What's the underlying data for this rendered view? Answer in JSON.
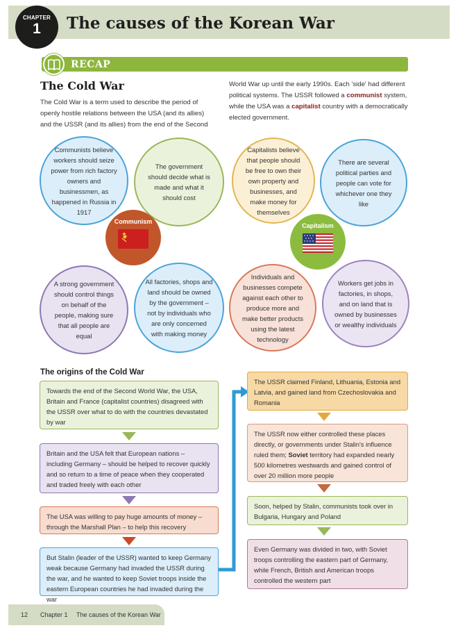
{
  "header": {
    "chapter_label": "CHAPTER",
    "chapter_number": "1",
    "title": "The causes of the Korean War"
  },
  "recap": {
    "label": "RECAP",
    "icon": "book-icon",
    "accent": "#8db63c"
  },
  "cold_war": {
    "heading": "The Cold War",
    "intro_left": "The Cold War is a term used to describe the period of openly hostile relations between the USA (and its allies) and the USSR (and its allies) from the end of the Second",
    "intro_right_1": "World War up until the early 1990s. Each 'side' had different political systems. The USSR followed a ",
    "intro_right_kw1": "communist",
    "intro_right_2": " system, while the USA was a ",
    "intro_right_kw2": "capitalist",
    "intro_right_3": " country with a democratically elected government."
  },
  "communism": {
    "label": "Communism",
    "flag": "soviet-flag-icon",
    "bubbles": [
      "Communists believe workers should seize power from rich factory owners and businessmen, as happened in Russia in 1917",
      "The government should decide what is made and what it should cost",
      "A strong government should control things on behalf of the people, making sure that all people are equal",
      "All factories, shops and land should be owned by the government – not by individuals who are only concerned with making money"
    ]
  },
  "capitalism": {
    "label": "Capitalism",
    "flag": "us-flag-icon",
    "bubbles": [
      "Capitalists believe that people should be free to own their own property and businesses, and make money for themselves",
      "There are several political parties and people can vote for whichever one they like",
      "Individuals and businesses compete against each other to produce more and make better products using the latest technology",
      "Workers get jobs in factories, in shops, and on land that is owned by businesses or wealthy individuals"
    ]
  },
  "origins": {
    "title": "The origins of the Cold War",
    "left": [
      "Towards the end of the Second World War, the USA, Britain and France (capitalist countries) disagreed with the USSR over what to do with the countries devastated by war",
      "Britain and the USA felt that European nations – including Germany – should be helped to recover quickly and so return to a time of peace when they cooperated and traded freely with each other",
      "The USA was willing to pay huge amounts of money – through the Marshall Plan – to help this recovery",
      "But Stalin (leader of the USSR) wanted to keep Germany weak because Germany had invaded the USSR during the war, and he wanted to keep Soviet troops inside the eastern European countries he had invaded during the war"
    ],
    "right_1": "The USSR claimed Finland, Lithuania, Estonia and Latvia, and gained land from Czechoslovakia and Romania",
    "right_2a": "The USSR now either controlled these places directly, or governments under Stalin's influence ruled them; ",
    "right_2kw": "Soviet",
    "right_2b": " territory had expanded nearly 500 kilometres westwards and gained control of over 20 million more people",
    "right_3": "Soon, helped by Stalin, communists took over in Bulgaria, Hungary and Poland",
    "right_4": "Even Germany was divided in two, with Soviet troops controlling the eastern part of Germany, while French, British and American troops controlled the western part"
  },
  "footer": {
    "page_number": "12",
    "chapter": "Chapter 1",
    "title": "The causes of the Korean War"
  }
}
